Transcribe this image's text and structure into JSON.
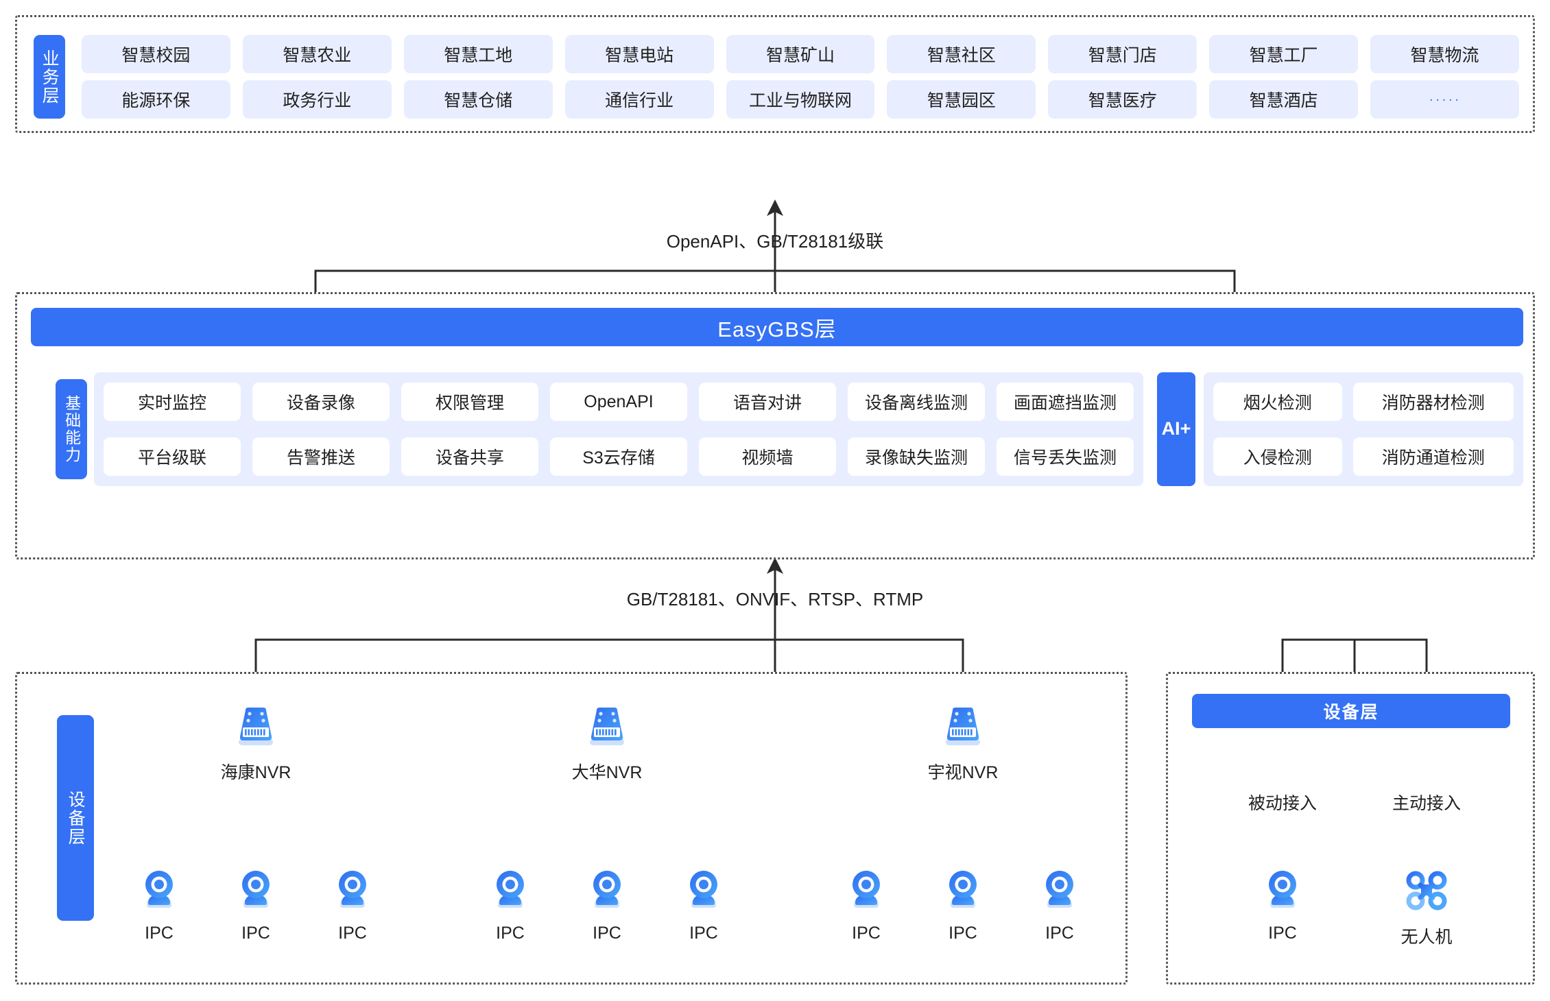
{
  "business_layer": {
    "side_label": "业务层",
    "items": [
      {
        "label": "智慧校园"
      },
      {
        "label": "智慧农业"
      },
      {
        "label": "智慧工地"
      },
      {
        "label": "智慧电站"
      },
      {
        "label": "智慧矿山"
      },
      {
        "label": "智慧社区"
      },
      {
        "label": "智慧门店"
      },
      {
        "label": "智慧工厂"
      },
      {
        "label": "智慧物流"
      },
      {
        "label": "能源环保"
      },
      {
        "label": "政务行业"
      },
      {
        "label": "智慧仓储"
      },
      {
        "label": "通信行业"
      },
      {
        "label": "工业与物联网"
      },
      {
        "label": "智慧园区"
      },
      {
        "label": "智慧医疗"
      },
      {
        "label": "智慧酒店"
      },
      {
        "label": "·····"
      }
    ]
  },
  "connector_top": {
    "label": "OpenAPI、GB/T28181级联"
  },
  "gbs_layer": {
    "title": "EasyGBS层",
    "capability_side_label": "基础能力",
    "capabilities": [
      {
        "label": "实时监控"
      },
      {
        "label": "设备录像"
      },
      {
        "label": "权限管理"
      },
      {
        "label": "OpenAPI"
      },
      {
        "label": "语音对讲"
      },
      {
        "label": "设备离线监测"
      },
      {
        "label": "画面遮挡监测"
      },
      {
        "label": "平台级联"
      },
      {
        "label": "告警推送"
      },
      {
        "label": "设备共享"
      },
      {
        "label": "S3云存储"
      },
      {
        "label": "视频墙"
      },
      {
        "label": "录像缺失监测"
      },
      {
        "label": "信号丢失监测"
      }
    ],
    "ai_side_label": "AI+",
    "ai_capabilities": [
      {
        "label": "烟火检测"
      },
      {
        "label": "消防器材检测"
      },
      {
        "label": "入侵检测"
      },
      {
        "label": "消防通道检测"
      }
    ]
  },
  "connector_bottom": {
    "label": "GB/T28181、ONVIF、RTSP、RTMP"
  },
  "device_layer": {
    "side_label": "设备层",
    "nvr_groups": [
      {
        "label": "海康NVR",
        "icon": "nvr-icon",
        "children": [
          {
            "label": "IPC"
          },
          {
            "label": "IPC"
          },
          {
            "label": "IPC"
          }
        ]
      },
      {
        "label": "大华NVR",
        "icon": "nvr-icon",
        "children": [
          {
            "label": "IPC"
          },
          {
            "label": "IPC"
          },
          {
            "label": "IPC"
          }
        ]
      },
      {
        "label": "宇视NVR",
        "icon": "nvr-icon",
        "children": [
          {
            "label": "IPC"
          },
          {
            "label": "IPC"
          },
          {
            "label": "IPC"
          }
        ]
      }
    ],
    "right_panel": {
      "bar_label": "设备层",
      "branches": [
        {
          "access_label": "被动接入",
          "device_label": "IPC",
          "icon": "camera-icon"
        },
        {
          "access_label": "主动接入",
          "device_label": "无人机",
          "icon": "drone-icon"
        }
      ]
    }
  },
  "colors": {
    "brand_blue": "#3571f5",
    "chip_bg": "#e8eeff",
    "icon_blue_dark": "#2f6df0",
    "icon_blue_light": "#48a3fb",
    "line": "#333333"
  }
}
